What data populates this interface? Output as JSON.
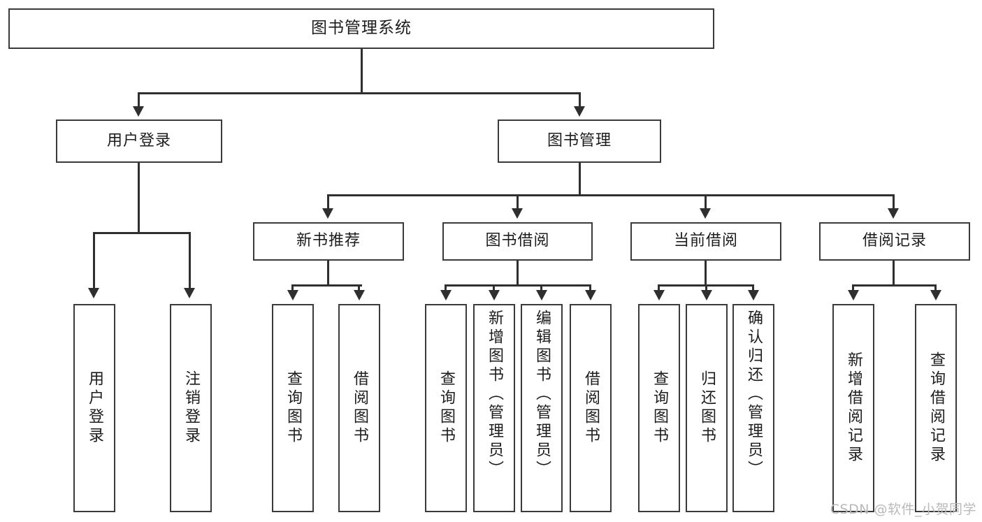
{
  "diagram": {
    "type": "tree",
    "title": "图书管理系统",
    "root": {
      "label": "图书管理系统"
    },
    "level2": [
      {
        "label": "用户登录"
      },
      {
        "label": "图书管理"
      }
    ],
    "level3": [
      {
        "label": "新书推荐"
      },
      {
        "label": "图书借阅"
      },
      {
        "label": "当前借阅"
      },
      {
        "label": "借阅记录"
      }
    ],
    "leaves": {
      "user_login": [
        {
          "label": "用户登录"
        },
        {
          "label": "注销登录"
        }
      ],
      "new_book": [
        {
          "label": "查询图书"
        },
        {
          "label": "借阅图书"
        }
      ],
      "book_borrow": [
        {
          "label": "查询图书"
        },
        {
          "label": "新增图书（管理员）"
        },
        {
          "label": "编辑图书（管理员）"
        },
        {
          "label": "借阅图书"
        }
      ],
      "current_borrow": [
        {
          "label": "查询图书"
        },
        {
          "label": "归还图书"
        },
        {
          "label": "确认归还（管理员）"
        }
      ],
      "borrow_record": [
        {
          "label": "新增借阅记录"
        },
        {
          "label": "查询借阅记录"
        }
      ]
    }
  },
  "watermark": {
    "text": "CSDN @软件_小贺同学"
  },
  "colors": {
    "box_border": "#3a3a3a",
    "line": "#2f2f2f",
    "text": "#1c1c1c",
    "background": "#ffffff",
    "watermark": "#b9b9b9"
  }
}
